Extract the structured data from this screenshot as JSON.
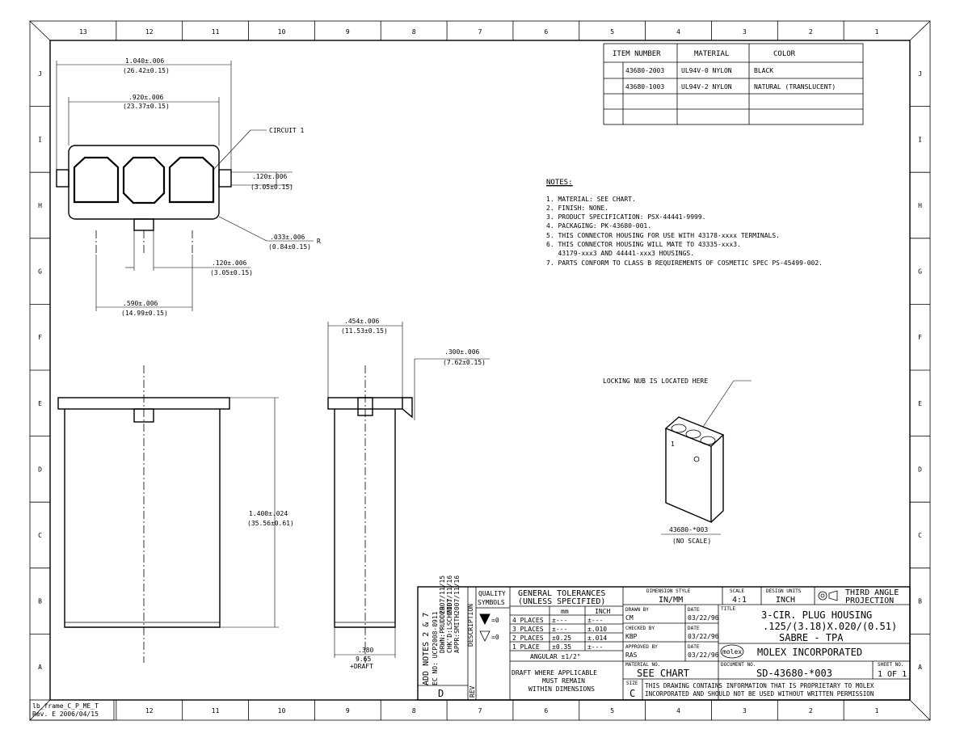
{
  "border": {
    "columns": [
      "13",
      "12",
      "11",
      "10",
      "9",
      "8",
      "7",
      "6",
      "5",
      "4",
      "3",
      "2",
      "1"
    ],
    "columns_bottom": [
      "12",
      "11",
      "10",
      "9",
      "8",
      "7",
      "6",
      "5",
      "4",
      "3",
      "2",
      "1"
    ],
    "rows": [
      "J",
      "I",
      "H",
      "G",
      "F",
      "E",
      "D",
      "C",
      "B",
      "A"
    ],
    "frame_name": "lb_frame_C_P_ME_T",
    "frame_rev": "Rev. E 2006/04/15"
  },
  "bom": {
    "headers": [
      "ITEM NUMBER",
      "MATERIAL",
      "COLOR"
    ],
    "rows": [
      [
        "43680-2003",
        "UL94V-0 NYLON",
        "BLACK"
      ],
      [
        "43680-1003",
        "UL94V-2 NYLON",
        "NATURAL (TRANSLUCENT)"
      ],
      [
        "",
        "",
        ""
      ],
      [
        "",
        "",
        ""
      ]
    ]
  },
  "notes": {
    "heading": "NOTES:",
    "items": [
      "1. MATERIAL: SEE CHART.",
      "2. FINISH: NONE.",
      "3. PRODUCT SPECIFICATION: PSX-44441-9999.",
      "4. PACKAGING: PK-43680-001.",
      "5. THIS CONNECTOR HOUSING FOR USE WITH 43178-xxxx TERMINALS.",
      "6. THIS CONNECTOR HOUSING WILL MATE TO 43335-xxx3.",
      "   43179-xxx3 AND 44441-xxx3 HOUSINGS.",
      "7. PARTS CONFORM TO CLASS B REQUIREMENTS OF COSMETIC SPEC PS-45499-002."
    ]
  },
  "dims": {
    "overall_width": [
      "1.040±.006",
      "(26.42±0.15)"
    ],
    "cavity_width": [
      ".920±.006",
      "(23.37±0.15)"
    ],
    "circuit_label": "CIRCUIT 1",
    "pitch_right": [
      ".120±.006",
      "(3.05±0.15)"
    ],
    "radius": [
      ".033±.006",
      "(0.84±0.15)"
    ],
    "radius_suffix": "R",
    "pitch_bottom": [
      ".120±.006",
      "(3.05±0.15)"
    ],
    "span": [
      ".590±.006",
      "(14.99±0.15)"
    ],
    "side_width": [
      ".454±.006",
      "(11.53±0.15)"
    ],
    "nub": [
      ".300±.006",
      "(7.62±0.15)"
    ],
    "height": [
      "1.400±.024",
      "(35.56±0.61)"
    ],
    "bottom_width": [
      ".380",
      "9.65",
      "+DRAFT"
    ],
    "nub_callout": "LOCKING NUB IS LOCATED HERE",
    "iso_part": "43680-*003",
    "iso_scale": "(NO SCALE)",
    "iso_circuit": "1"
  },
  "title_block": {
    "revision": {
      "desc": "ADD NOTES 2 & 7",
      "ec": "EC NO: UCP2008-0911",
      "drwn": "DRWN:PRUDDER",
      "drwn_date": "2007/11/15",
      "chkd": "CHK'D:LSCHMIDT",
      "chkd_date": "2007/11/16",
      "apprd": "APPR:SMITH",
      "apprd_date": "2007/11/16",
      "description_label": "DESCRIPTION",
      "rev_letter": "D",
      "rev_label": "REV"
    },
    "quality": [
      "QUALITY",
      "SYMBOLS"
    ],
    "quality_rows": [
      "=0",
      "=0"
    ],
    "tolerances": {
      "title": "GENERAL TOLERANCES",
      "subtitle": "(UNLESS SPECIFIED)",
      "col_mm": "mm",
      "col_inch": "INCH",
      "rows": [
        [
          "4 PLACES",
          "±---",
          "±---"
        ],
        [
          "3 PLACES",
          "±---",
          "±.010"
        ],
        [
          "2 PLACES",
          "±0.25",
          "±.014"
        ],
        [
          "1 PLACE",
          "±0.35",
          "±---"
        ]
      ],
      "angular": "ANGULAR ±1/2°",
      "draft_note": [
        "DRAFT WHERE APPLICABLE",
        "MUST REMAIN",
        "WITHIN DIMENSIONS"
      ]
    },
    "dimension_style_label": "DIMENSION STYLE",
    "dimension_style": "IN/MM",
    "scale_label": "SCALE",
    "scale": "4:1",
    "design_units_label": "DESIGN UNITS",
    "design_units": "INCH",
    "projection": [
      "THIRD ANGLE",
      "PROJECTION"
    ],
    "drawn_by_label": "DRAWN BY",
    "drawn_by": "CM",
    "checked_by_label": "CHECKED BY",
    "checked_by": "KBP",
    "approved_by_label": "APPROVED BY",
    "approved_by": "RAS",
    "date_label": "DATE",
    "drawn_date": "03/22/96",
    "checked_date": "03/22/96",
    "approved_date": "03/22/96",
    "title_label": "TITLE",
    "title": [
      "3-CIR. PLUG HOUSING",
      ".125/(3.18)X.020/(0.51)",
      "SABRE - TPA"
    ],
    "company_logo": "molex",
    "company": "MOLEX INCORPORATED",
    "material_label": "MATERIAL NO.",
    "material": "SEE CHART",
    "document_label": "DOCUMENT NO.",
    "document": "SD-43680-*003",
    "sheet_label": "SHEET NO.",
    "sheet": "1 OF 1",
    "size_label": "SIZE",
    "size": "C",
    "proprietary": [
      "THIS DRAWING CONTAINS INFORMATION THAT IS PROPRIETARY TO MOLEX",
      "INCORPORATED AND SHOULD NOT BE USED WITHOUT WRITTEN PERMISSION"
    ]
  }
}
